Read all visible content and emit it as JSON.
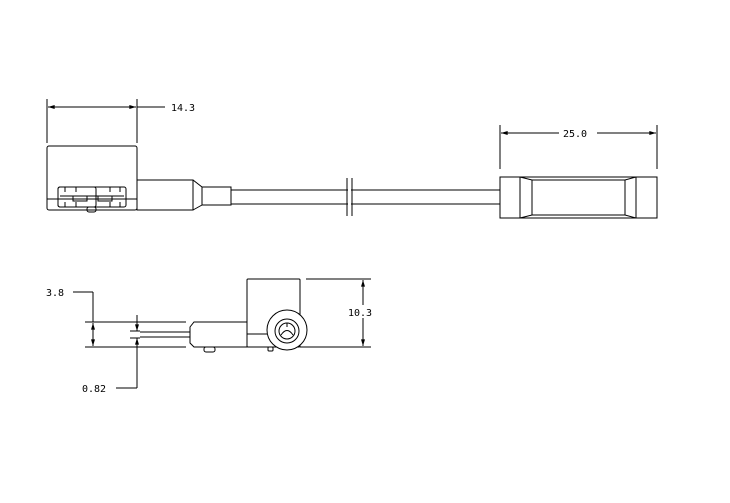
{
  "drawing": {
    "top_view": {
      "width_dim": "14.3",
      "splice_length_dim": "25.0"
    },
    "side_view": {
      "height_dim": "10.3",
      "arm_thickness_dim": "3.8",
      "blade_thickness_dim": "0.82"
    }
  },
  "colors": {
    "line": "#000000",
    "background": "#ffffff"
  }
}
